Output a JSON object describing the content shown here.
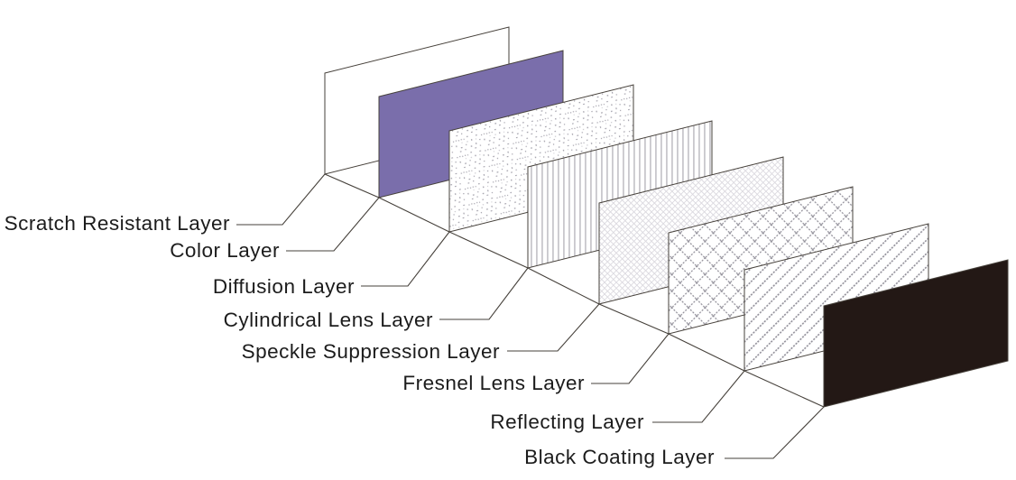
{
  "diagram": {
    "type": "exploded-layer-stack",
    "description": "Isometric stack of screen layers, back-left to front-right",
    "background": "#ffffff",
    "line_color": "#46413b",
    "text_color": "#1c1c1c",
    "layers": [
      {
        "id": "scratch-resistant-layer",
        "label": "Scratch Resistant Layer",
        "appearance": "plain white outlined panel",
        "color": "#ffffff"
      },
      {
        "id": "color-layer",
        "label": "Color Layer",
        "appearance": "solid purple panel",
        "color": "#7a6eab"
      },
      {
        "id": "diffusion-layer",
        "label": "Diffusion Layer",
        "appearance": "speckled stipple texture",
        "color": "#a3a1ab"
      },
      {
        "id": "cylindrical-lens-layer",
        "label": "Cylindrical Lens Layer",
        "appearance": "vertical stripe texture",
        "color": "#a6a4ac"
      },
      {
        "id": "speckle-suppression-layer",
        "label": "Speckle Suppression Layer",
        "appearance": "fine diamond lattice texture",
        "color": "#dbd9df"
      },
      {
        "id": "fresnel-lens-layer",
        "label": "Fresnel Lens Layer",
        "appearance": "dotted diamond lattice texture",
        "color": "#8f8d97"
      },
      {
        "id": "reflecting-layer",
        "label": "Reflecting Layer",
        "appearance": "dotted diagonal stripe texture",
        "color": "#918f99"
      },
      {
        "id": "black-coating-layer",
        "label": "Black Coating Layer",
        "appearance": "solid black panel",
        "color": "#231815"
      }
    ]
  }
}
